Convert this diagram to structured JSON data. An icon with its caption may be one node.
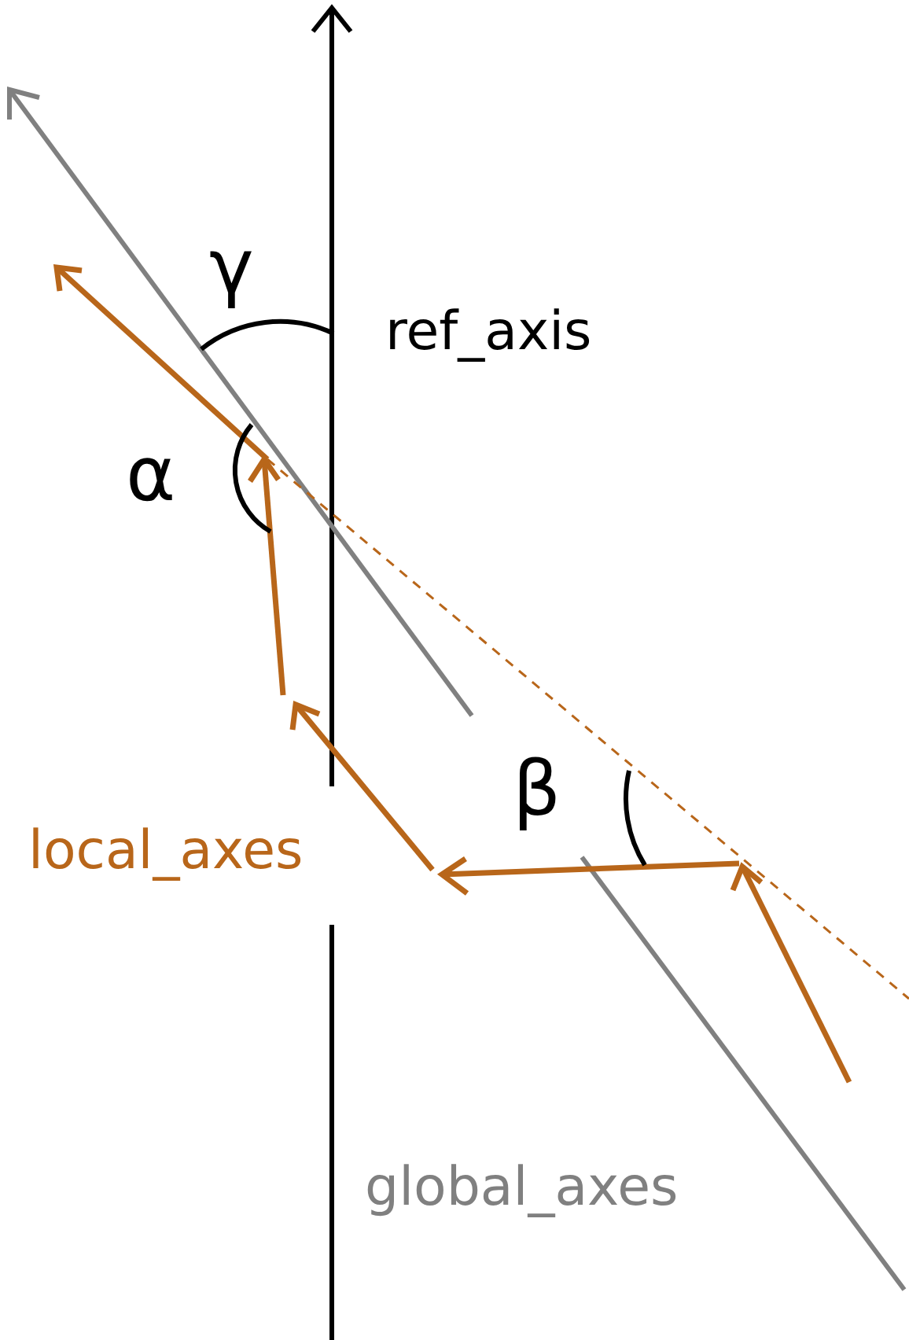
{
  "diagram": {
    "labels": [
      "γ",
      "ref_axis",
      "α",
      "β",
      "local_axes",
      "global_axes"
    ]
  }
}
